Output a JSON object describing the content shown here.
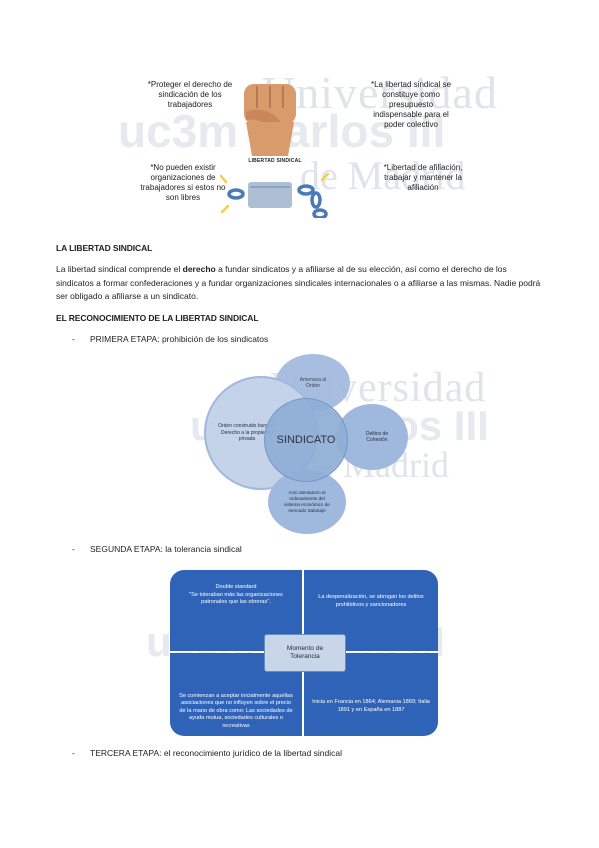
{
  "watermark": {
    "line1": "Universidad",
    "line2": "uc3m Carlos III",
    "line3": "de Madrid"
  },
  "hero": {
    "top_left": "*Proteger el derecho de sindicación de los trabajadores",
    "top_right": "*La libertad sindical se constituye como presupuesto indispensable para el poder colectivo",
    "bottom_left": "*No pueden existir organizaciones de trabajadores si estos no son libres",
    "bottom_right": "*Libertad de afiliación, trabajar y mantener la afiliación",
    "caption": "LIBERTAD SINDICAL"
  },
  "section1": {
    "heading": "LA LIBERTAD SINDICAL",
    "para_pre": "La libertad sindical comprende el ",
    "para_bold": "derecho",
    "para_post": " a fundar sindicatos y a afiliarse al de su elección, así como el derecho de los sindicatos a formar confederaciones y a fundar organizaciones sindicales internacionales o a afiliarse a las mismas. Nadie podrá ser obligado a afiliarse a un sindicato."
  },
  "section2": {
    "heading": "EL RECONOCIMIENTO DE LA LIBERTAD SINDICAL",
    "stages": [
      {
        "label": "PRIMERA ETAPA:",
        "text": " prohibición de los sindicatos"
      },
      {
        "label": "SEGUNDA ETAPA:",
        "text": " la tolerancia sindical"
      },
      {
        "label": "TERCERA ETAPA:",
        "text": " el reconocimiento jurídico de la libertad sindical"
      }
    ]
  },
  "diagram1": {
    "center": "SINDICATO",
    "top": "Amenaza al Orden",
    "left": "Orden construido burgués Derecho a la propiedad privada",
    "right": "Delitos de Cohesión",
    "bottom": "Acto atentatorio al ordenamiento del sistema económico de mercado Sabotaje"
  },
  "diagram2": {
    "center": "Momento de Tolerancia",
    "top_left_title": "Double standard",
    "top_left_body": "\"Se toleraban más las organizaciones patronales que las obreras\".",
    "top_right": "La despenalización, se abrogan los delitos prohibitivos y sancionadores",
    "bottom_left": "Se comienzan a aceptar inicialmente aquellas asociaciones que no influyen sobre el precio de la mano de obra como: Las sociedades de ayuda mutua, sociedades culturales o recreativas",
    "bottom_right": "Inicia en Francia en 1864; Alemania 1869; Italia 1891 y en España en 1887",
    "colors": {
      "quad": "#2f63b8",
      "border": "#ffffff",
      "center_fill": "#c9d6ea",
      "center_border": "#6a8cc5"
    }
  },
  "colors": {
    "circle_light": "#c5d3e8",
    "circle_fill": "#9fb8dd",
    "circle_center": "#8faed6",
    "accent_blue": "#5a7fb6",
    "skin": "#d99a6c",
    "skin_dark": "#b87a50",
    "cuff": "#aebfd3",
    "chain": "#4a79b8",
    "spark": "#f2d04a"
  }
}
